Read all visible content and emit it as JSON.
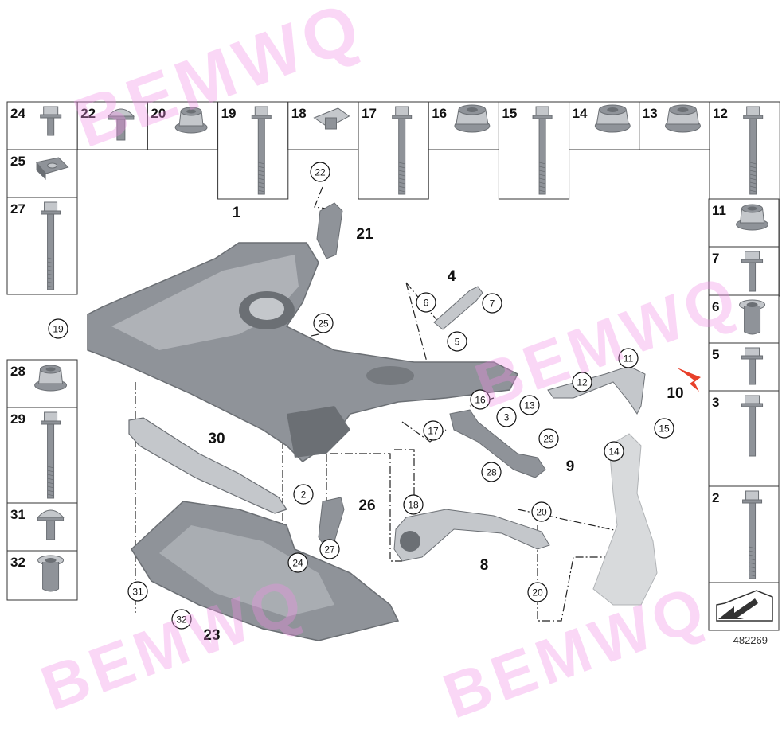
{
  "drawing_id": "482269",
  "watermark": "BEMWQ",
  "colors": {
    "part": "#8f9399",
    "part_dark": "#6b6f74",
    "part_light": "#c4c7cb",
    "knuckle": "#d8dadc",
    "arrow": "#e8402a",
    "line": "#222222"
  },
  "top_row": [
    {
      "num": "24",
      "icon": "bolt-icon"
    },
    {
      "num": "22",
      "icon": "clip-screw-icon"
    },
    {
      "num": "20",
      "icon": "flange-nut-icon"
    },
    {
      "num": "19",
      "icon": "long-bolt-icon"
    },
    {
      "num": "18",
      "icon": "bracket-clip-icon"
    },
    {
      "num": "17",
      "icon": "long-bolt-icon"
    },
    {
      "num": "16",
      "icon": "hex-nut-icon"
    },
    {
      "num": "15",
      "icon": "long-bolt-icon"
    },
    {
      "num": "14",
      "icon": "hex-nut-icon"
    },
    {
      "num": "13",
      "icon": "hex-nut-icon"
    },
    {
      "num": "12",
      "icon": "long-bolt-icon"
    }
  ],
  "left_column": [
    {
      "num": "25",
      "icon": "clip-nut-icon"
    },
    {
      "num": "27",
      "icon": "long-bolt-icon"
    },
    {
      "num": "28",
      "icon": "flange-nut-icon"
    },
    {
      "num": "29",
      "icon": "long-bolt-icon"
    },
    {
      "num": "31",
      "icon": "clip-screw-icon"
    },
    {
      "num": "32",
      "icon": "sleeve-icon"
    }
  ],
  "right_column": [
    {
      "num": "11",
      "icon": "flange-nut-icon"
    },
    {
      "num": "7",
      "icon": "bolt-icon"
    },
    {
      "num": "6",
      "icon": "sleeve-icon"
    },
    {
      "num": "5",
      "icon": "bolt-icon"
    },
    {
      "num": "3",
      "icon": "bolt-icon"
    },
    {
      "num": "2",
      "icon": "long-bolt-icon"
    }
  ],
  "callouts": [
    {
      "num": "1",
      "style": "plain"
    },
    {
      "num": "21",
      "style": "plain"
    },
    {
      "num": "22",
      "style": "circle"
    },
    {
      "num": "4",
      "style": "plain"
    },
    {
      "num": "6",
      "style": "circle"
    },
    {
      "num": "7",
      "style": "circle"
    },
    {
      "num": "5",
      "style": "circle"
    },
    {
      "num": "19",
      "style": "circle"
    },
    {
      "num": "25",
      "style": "circle"
    },
    {
      "num": "11",
      "style": "circle"
    },
    {
      "num": "12",
      "style": "circle"
    },
    {
      "num": "10",
      "style": "plain"
    },
    {
      "num": "16",
      "style": "circle"
    },
    {
      "num": "13",
      "style": "circle"
    },
    {
      "num": "3",
      "style": "circle"
    },
    {
      "num": "17",
      "style": "circle"
    },
    {
      "num": "15",
      "style": "circle"
    },
    {
      "num": "14",
      "style": "circle"
    },
    {
      "num": "29",
      "style": "circle"
    },
    {
      "num": "9",
      "style": "plain"
    },
    {
      "num": "28",
      "style": "circle"
    },
    {
      "num": "30",
      "style": "plain"
    },
    {
      "num": "2",
      "style": "circle"
    },
    {
      "num": "20",
      "style": "circle"
    },
    {
      "num": "18",
      "style": "circle"
    },
    {
      "num": "26",
      "style": "plain"
    },
    {
      "num": "27",
      "style": "circle"
    },
    {
      "num": "24",
      "style": "circle"
    },
    {
      "num": "8",
      "style": "plain"
    },
    {
      "num": "31",
      "style": "circle"
    },
    {
      "num": "20",
      "style": "circle"
    },
    {
      "num": "32",
      "style": "circle"
    },
    {
      "num": "23",
      "style": "plain"
    }
  ]
}
